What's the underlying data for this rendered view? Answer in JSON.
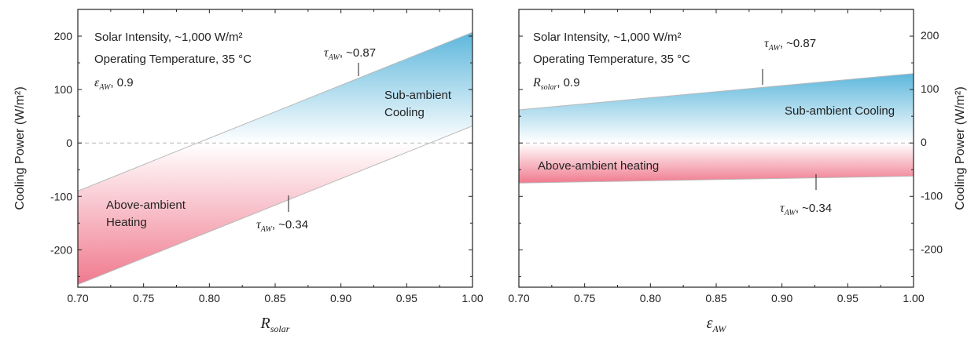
{
  "chart_data": [
    {
      "type": "area",
      "xlabel": "R",
      "xlabel_sub": "solar",
      "ylabel": "Cooling Power (W/m²)",
      "xlim": [
        0.7,
        1.0
      ],
      "ylim": [
        -270,
        250
      ],
      "x_ticks": [
        "0.70",
        "0.75",
        "0.80",
        "0.85",
        "0.90",
        "0.95",
        "1.00"
      ],
      "y_ticks": [
        "200",
        "100",
        "0",
        "-100",
        "-200"
      ],
      "y_tick_values": [
        200,
        100,
        0,
        -100,
        -200
      ],
      "annotations": [
        {
          "text": "Solar Intensity, ~1,000 W/m²"
        },
        {
          "text": "Operating Temperature, 35 °C"
        },
        {
          "symbol": "ε",
          "sub": "AW",
          "text": ", 0.9"
        }
      ],
      "boundaries": [
        {
          "symbol": "τ",
          "sub": "AW",
          "label": ", ~0.87",
          "x": [
            0.7,
            1.0
          ],
          "y": [
            -90,
            207
          ]
        },
        {
          "symbol": "τ",
          "sub": "AW",
          "label": ", ~0.34",
          "x": [
            0.7,
            1.0
          ],
          "y": [
            -265,
            32
          ]
        }
      ],
      "regions": [
        {
          "label_lines": [
            "Sub-ambient",
            "Cooling"
          ],
          "color": "#5db7dc"
        },
        {
          "label_lines": [
            "Above-ambient",
            "Heating"
          ],
          "color": "#f07a8e"
        }
      ]
    },
    {
      "type": "area",
      "xlabel": "ε",
      "xlabel_sub": "AW",
      "ylabel": "Cooling Power (W/m²)",
      "xlim": [
        0.7,
        1.0
      ],
      "ylim": [
        -270,
        250
      ],
      "x_ticks": [
        "0.70",
        "0.75",
        "0.80",
        "0.85",
        "0.90",
        "0.95",
        "1.00"
      ],
      "y_ticks": [
        "200",
        "100",
        "0",
        "-100",
        "-200"
      ],
      "y_tick_values": [
        200,
        100,
        0,
        -100,
        -200
      ],
      "annotations": [
        {
          "text": "Solar Intensity, ~1,000 W/m²"
        },
        {
          "text": "Operating Temperature, 35 °C"
        },
        {
          "symbol": "R",
          "sub": "solar",
          "text": ", 0.9"
        }
      ],
      "boundaries": [
        {
          "symbol": "τ",
          "sub": "AW",
          "label": ", ~0.87",
          "x": [
            0.7,
            1.0
          ],
          "y": [
            62,
            130
          ]
        },
        {
          "symbol": "τ",
          "sub": "AW",
          "label": ", ~0.34",
          "x": [
            0.7,
            1.0
          ],
          "y": [
            -75,
            -62
          ]
        }
      ],
      "regions": [
        {
          "label_lines": [
            "Sub-ambient Cooling"
          ],
          "color": "#5db7dc"
        },
        {
          "label_lines": [
            "Above-ambient heating"
          ],
          "color": "#f07a8e"
        }
      ]
    }
  ]
}
